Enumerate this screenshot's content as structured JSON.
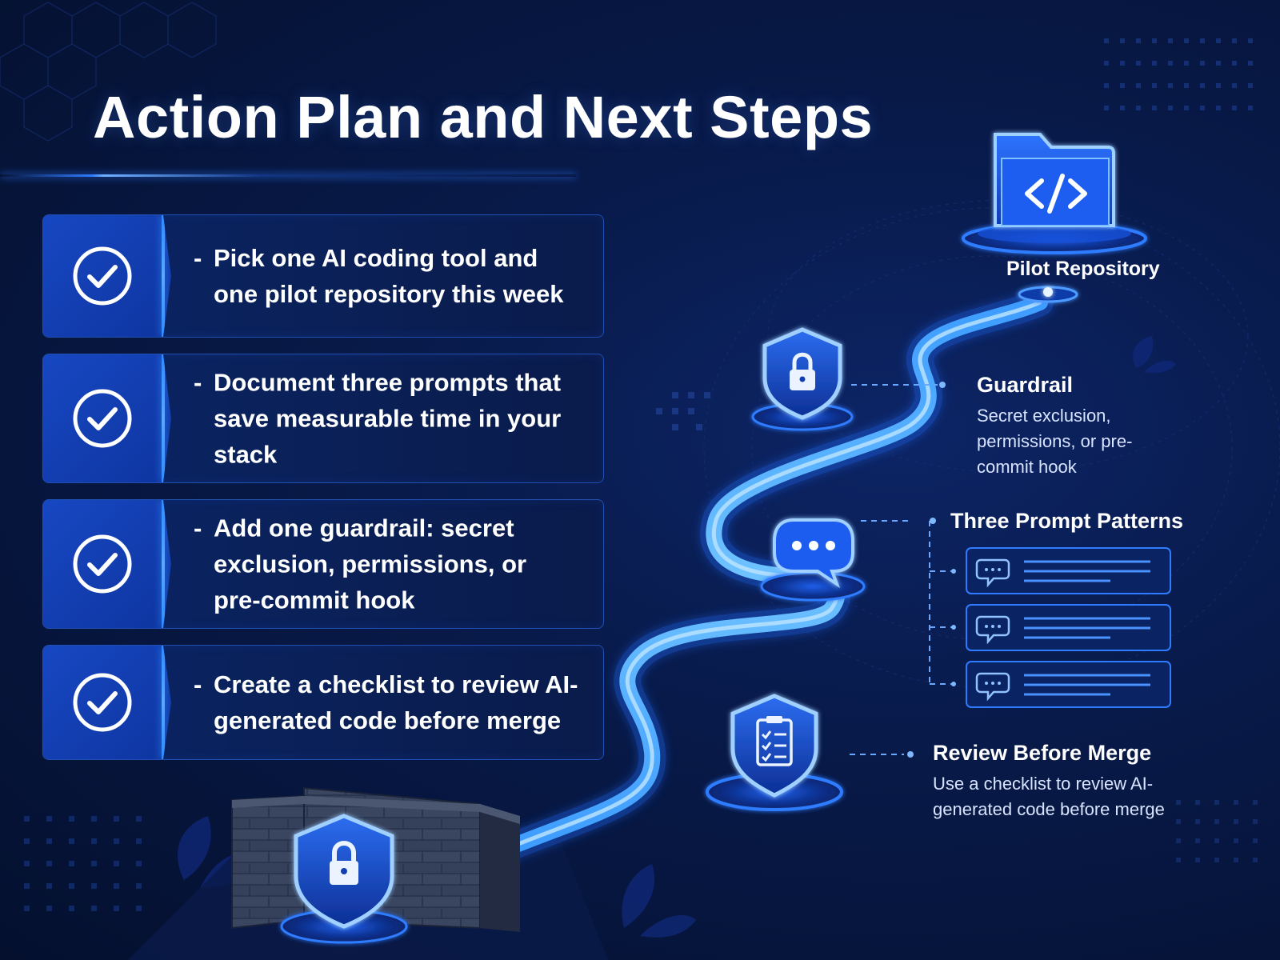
{
  "title": "Action Plan and Next Steps",
  "colors": {
    "background": "#061440",
    "accent": "#2f7bff",
    "path": "#5fb4ff",
    "card_border": "#1f4fb0"
  },
  "steps": [
    {
      "icon": "check-circle-icon",
      "dash": "-",
      "text": "Pick one AI coding tool and one pilot repository this week"
    },
    {
      "icon": "check-circle-icon",
      "dash": "-",
      "text": "Document three prompts that save measurable time in your stack"
    },
    {
      "icon": "check-circle-icon",
      "dash": "-",
      "text": "Add one guardrail: secret exclusion, permissions, or pre-commit hook"
    },
    {
      "icon": "check-circle-icon",
      "dash": "-",
      "text": "Create a checklist to review AI-generated code before merge"
    }
  ],
  "roadmap": {
    "pilot": {
      "icon": "code-folder-icon",
      "label": "Pilot Repository"
    },
    "guardrail": {
      "icon": "lock-shield-icon",
      "label": "Guardrail",
      "description": "Secret exclusion, permissions, or pre-commit hook"
    },
    "prompts": {
      "icon": "chat-bubble-icon",
      "label": "Three Prompt Patterns",
      "card_icon": "message-icon",
      "card_count": 3
    },
    "review": {
      "icon": "checklist-shield-icon",
      "label": "Review Before Merge",
      "description": "Use a checklist to review AI-generated code before merge"
    },
    "wall": {
      "icon": "brick-wall-shield-icon"
    }
  }
}
